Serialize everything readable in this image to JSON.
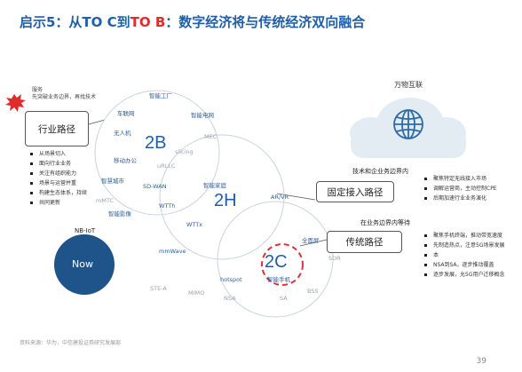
{
  "title": {
    "prefix": "启示5：从TO C到",
    "highlight": "TO B",
    "suffix": "：数字经济将与传统经济双向融合"
  },
  "note": {
    "line1": "服务",
    "line2": "先突破业务边界，再找技术"
  },
  "industry_path": {
    "label": "行业路径",
    "bullets": [
      "从场景切入",
      "面向行业业务",
      "关注有组织能力",
      "场景与运营并重",
      "构建生态体系，持续",
      "共同更新"
    ]
  },
  "circle_labels": {
    "b2b": "2B",
    "h2h": "2H",
    "c2c": "2C",
    "now": "Now",
    "nbiot": "NB-IoT",
    "smart_factory": "智能工厂",
    "iov": "车联网",
    "smart_grid": "智能电网",
    "unmanned": "无人机",
    "mec": "MEC",
    "slicing": "slicing",
    "mobile_office": "移动办公",
    "urllc": "uRLLC",
    "smart_port": "智慧城市",
    "sdwan": "SD-WAN",
    "embb": "mMTC",
    "smart_home": "智能家庭",
    "arvr": "AR/VR",
    "wtth": "WTTh",
    "wttx": "WTTx",
    "smart_camera": "智能影像",
    "mmwave": "mmWave",
    "stea": "STE-A",
    "mimo": "MIMO",
    "nsa": "NSA",
    "sa": "SA",
    "hotspot": "hotspot",
    "smartphone": "智能手机",
    "spectrum": "全面屏",
    "sdr": "SDR",
    "bss": "BSS"
  },
  "cloud_label": "万物互联",
  "fixed_access": {
    "header": "技术和企业务边界内",
    "label": "固定接入路径",
    "bullets": [
      "聚焦特定无线接入市场",
      "调解运营商，主动控制CPE",
      "后期加速行业业务演化"
    ]
  },
  "traditional": {
    "header": "在业务边界内等待",
    "label": "传统路径",
    "bullets": [
      "聚焦手机终端，推动带宽速度",
      "先制造热点，注意5G场景发展",
      "本",
      "NSA到SA，逐步推动覆盖",
      "逐步发展，允5G用户迁移概念"
    ]
  },
  "source": "资料来源：华为，中信建投证券研究发展部",
  "page_number": "39",
  "colors": {
    "accent_blue": "#1f5fa8",
    "accent_red": "#e02b2b",
    "now_fill": "#1e5489",
    "cloud_fill": "#e3ebf3"
  }
}
